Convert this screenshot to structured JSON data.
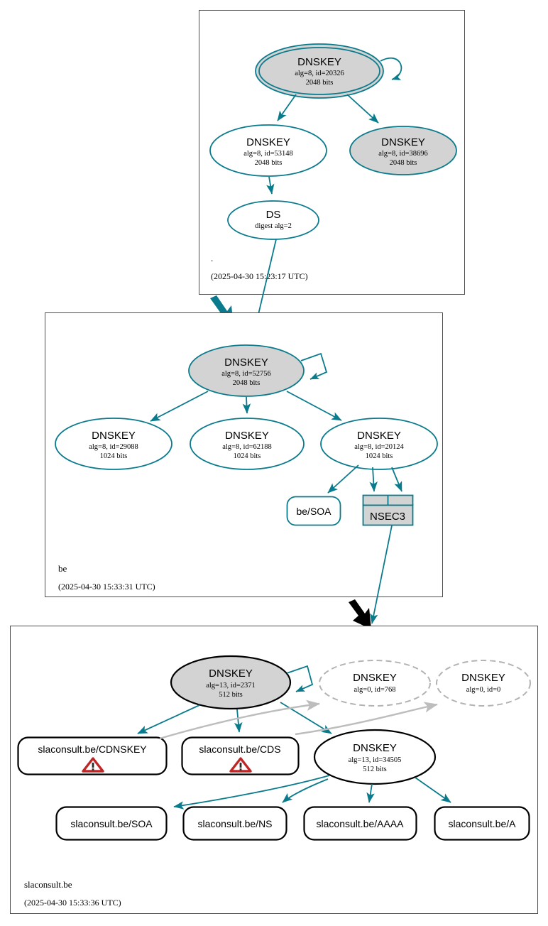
{
  "diagram": {
    "type": "dnssec-authentication-chain",
    "colors": {
      "secure_teal": "#0a7b8c",
      "insecure_gray": "#b3b3b3",
      "sep_fill": "#d3d3d3",
      "zone_border": "#4d4d4d",
      "bogus_red": "#bf2626",
      "black": "#000000",
      "white": "#ffffff"
    },
    "zones": [
      {
        "id": "root",
        "name": ".",
        "timestamp": "(2025-04-30 15:23:17 UTC)",
        "nodes": [
          {
            "id": "root-ksk",
            "kind": "DNSKEY",
            "title": "DNSKEY",
            "line2": "alg=8, id=20326",
            "line3": "2048 bits",
            "style": "sep-trust-anchor",
            "alg": 8,
            "key_id": 20326,
            "bits": 2048
          },
          {
            "id": "root-zsk-53148",
            "kind": "DNSKEY",
            "title": "DNSKEY",
            "line2": "alg=8, id=53148",
            "line3": "2048 bits",
            "style": "secure",
            "alg": 8,
            "key_id": 53148,
            "bits": 2048
          },
          {
            "id": "root-ksk-38696",
            "kind": "DNSKEY",
            "title": "DNSKEY",
            "line2": "alg=8, id=38696",
            "line3": "2048 bits",
            "style": "sep",
            "alg": 8,
            "key_id": 38696,
            "bits": 2048
          },
          {
            "id": "root-ds",
            "kind": "DS",
            "title": "DS",
            "line2": "digest alg=2",
            "line3": "",
            "style": "secure",
            "digest_alg": 2
          }
        ]
      },
      {
        "id": "be",
        "name": "be",
        "timestamp": "(2025-04-30 15:33:31 UTC)",
        "nodes": [
          {
            "id": "be-ksk",
            "kind": "DNSKEY",
            "title": "DNSKEY",
            "line2": "alg=8, id=52756",
            "line3": "2048 bits",
            "style": "sep",
            "alg": 8,
            "key_id": 52756,
            "bits": 2048
          },
          {
            "id": "be-zsk-29088",
            "kind": "DNSKEY",
            "title": "DNSKEY",
            "line2": "alg=8, id=29088",
            "line3": "1024 bits",
            "style": "secure",
            "alg": 8,
            "key_id": 29088,
            "bits": 1024
          },
          {
            "id": "be-zsk-62188",
            "kind": "DNSKEY",
            "title": "DNSKEY",
            "line2": "alg=8, id=62188",
            "line3": "1024 bits",
            "style": "secure",
            "alg": 8,
            "key_id": 62188,
            "bits": 1024
          },
          {
            "id": "be-zsk-20124",
            "kind": "DNSKEY",
            "title": "DNSKEY",
            "line2": "alg=8, id=20124",
            "line3": "1024 bits",
            "style": "secure",
            "alg": 8,
            "key_id": 20124,
            "bits": 1024
          },
          {
            "id": "be-soa",
            "kind": "RRSET",
            "title": "be/SOA",
            "style": "secure"
          },
          {
            "id": "be-nsec3",
            "kind": "NSEC3",
            "title": "NSEC3",
            "style": "secure-table"
          }
        ]
      },
      {
        "id": "slaconsult",
        "name": "slaconsult.be",
        "timestamp": "(2025-04-30 15:33:36 UTC)",
        "nodes": [
          {
            "id": "sla-ksk",
            "kind": "DNSKEY",
            "title": "DNSKEY",
            "line2": "alg=13, id=2371",
            "line3": "512 bits",
            "style": "sep-black",
            "alg": 13,
            "key_id": 2371,
            "bits": 512
          },
          {
            "id": "sla-unknown-768",
            "kind": "DNSKEY",
            "title": "DNSKEY",
            "line2": "alg=0, id=768",
            "line3": "",
            "style": "insecure-dashed",
            "alg": 0,
            "key_id": 768
          },
          {
            "id": "sla-unknown-0",
            "kind": "DNSKEY",
            "title": "DNSKEY",
            "line2": "alg=0, id=0",
            "line3": "",
            "style": "insecure-dashed",
            "alg": 0,
            "key_id": 0
          },
          {
            "id": "sla-zsk-34505",
            "kind": "DNSKEY",
            "title": "DNSKEY",
            "line2": "alg=13, id=34505",
            "line3": "512 bits",
            "style": "black",
            "alg": 13,
            "key_id": 34505,
            "bits": 512
          },
          {
            "id": "sla-cdnskey",
            "kind": "RRSET",
            "title": "slaconsult.be/CDNSKEY",
            "style": "black-warn",
            "warning": "warning-triangle-icon"
          },
          {
            "id": "sla-cds",
            "kind": "RRSET",
            "title": "slaconsult.be/CDS",
            "style": "black-warn",
            "warning": "warning-triangle-icon"
          },
          {
            "id": "sla-soa",
            "kind": "RRSET",
            "title": "slaconsult.be/SOA",
            "style": "black"
          },
          {
            "id": "sla-ns",
            "kind": "RRSET",
            "title": "slaconsult.be/NS",
            "style": "black"
          },
          {
            "id": "sla-aaaa",
            "kind": "RRSET",
            "title": "slaconsult.be/AAAA",
            "style": "black"
          },
          {
            "id": "sla-a",
            "kind": "RRSET",
            "title": "slaconsult.be/A",
            "style": "black"
          }
        ]
      }
    ],
    "edges": [
      {
        "from": "root-ksk",
        "to": "root-ksk",
        "style": "secure-self-loop"
      },
      {
        "from": "root-ksk",
        "to": "root-zsk-53148",
        "style": "secure"
      },
      {
        "from": "root-ksk",
        "to": "root-ksk-38696",
        "style": "secure"
      },
      {
        "from": "root-zsk-53148",
        "to": "root-ds",
        "style": "secure"
      },
      {
        "from": "root-ds",
        "to": "be-ksk",
        "style": "secure-delegation"
      },
      {
        "from": "root-zone",
        "to": "be-zone",
        "style": "thick-teal-delegation-arrow"
      },
      {
        "from": "be-ksk",
        "to": "be-ksk",
        "style": "secure-self-loop"
      },
      {
        "from": "be-ksk",
        "to": "be-zsk-29088",
        "style": "secure"
      },
      {
        "from": "be-ksk",
        "to": "be-zsk-62188",
        "style": "secure"
      },
      {
        "from": "be-ksk",
        "to": "be-zsk-20124",
        "style": "secure"
      },
      {
        "from": "be-zsk-20124",
        "to": "be-soa",
        "style": "secure"
      },
      {
        "from": "be-zsk-20124",
        "to": "be-nsec3",
        "style": "secure"
      },
      {
        "from": "be-nsec3",
        "to": "slaconsult-zone",
        "style": "secure"
      },
      {
        "from": "be-zone",
        "to": "slaconsult-zone",
        "style": "thick-black-delegation-arrow"
      },
      {
        "from": "sla-ksk",
        "to": "sla-ksk",
        "style": "secure-self-loop"
      },
      {
        "from": "sla-ksk",
        "to": "sla-cdnskey",
        "style": "secure"
      },
      {
        "from": "sla-ksk",
        "to": "sla-cds",
        "style": "secure"
      },
      {
        "from": "sla-ksk",
        "to": "sla-zsk-34505",
        "style": "secure"
      },
      {
        "from": "sla-cdnskey",
        "to": "sla-unknown-768",
        "style": "insecure-gray"
      },
      {
        "from": "sla-cds",
        "to": "sla-unknown-0",
        "style": "insecure-gray"
      },
      {
        "from": "sla-zsk-34505",
        "to": "sla-soa",
        "style": "secure"
      },
      {
        "from": "sla-zsk-34505",
        "to": "sla-ns",
        "style": "secure"
      },
      {
        "from": "sla-zsk-34505",
        "to": "sla-aaaa",
        "style": "secure"
      },
      {
        "from": "sla-zsk-34505",
        "to": "sla-a",
        "style": "secure"
      }
    ]
  },
  "labels": {
    "root_zone_name": ".",
    "root_zone_time": "(2025-04-30 15:23:17 UTC)",
    "be_zone_name": "be",
    "be_zone_time": "(2025-04-30 15:33:31 UTC)",
    "sla_zone_name": "slaconsult.be",
    "sla_zone_time": "(2025-04-30 15:33:36 UTC)",
    "dnskey": "DNSKEY",
    "ds": "DS",
    "ds_sub": "digest alg=2",
    "root_ksk_sub": "alg=8, id=20326",
    "root_ksk_bits": "2048 bits",
    "root_zsk_sub": "alg=8, id=53148",
    "root_zsk_bits": "2048 bits",
    "root_k2_sub": "alg=8, id=38696",
    "root_k2_bits": "2048 bits",
    "be_ksk_sub": "alg=8, id=52756",
    "be_ksk_bits": "2048 bits",
    "be_z1_sub": "alg=8, id=29088",
    "be_z1_bits": "1024 bits",
    "be_z2_sub": "alg=8, id=62188",
    "be_z2_bits": "1024 bits",
    "be_z3_sub": "alg=8, id=20124",
    "be_z3_bits": "1024 bits",
    "be_soa": "be/SOA",
    "nsec3": "NSEC3",
    "sla_ksk_sub": "alg=13, id=2371",
    "sla_ksk_bits": "512 bits",
    "sla_u1_sub": "alg=0, id=768",
    "sla_u2_sub": "alg=0, id=0",
    "sla_zsk_sub": "alg=13, id=34505",
    "sla_zsk_bits": "512 bits",
    "sla_cdnskey": "slaconsult.be/CDNSKEY",
    "sla_cds": "slaconsult.be/CDS",
    "sla_soa": "slaconsult.be/SOA",
    "sla_ns": "slaconsult.be/NS",
    "sla_aaaa": "slaconsult.be/AAAA",
    "sla_a": "slaconsult.be/A"
  }
}
